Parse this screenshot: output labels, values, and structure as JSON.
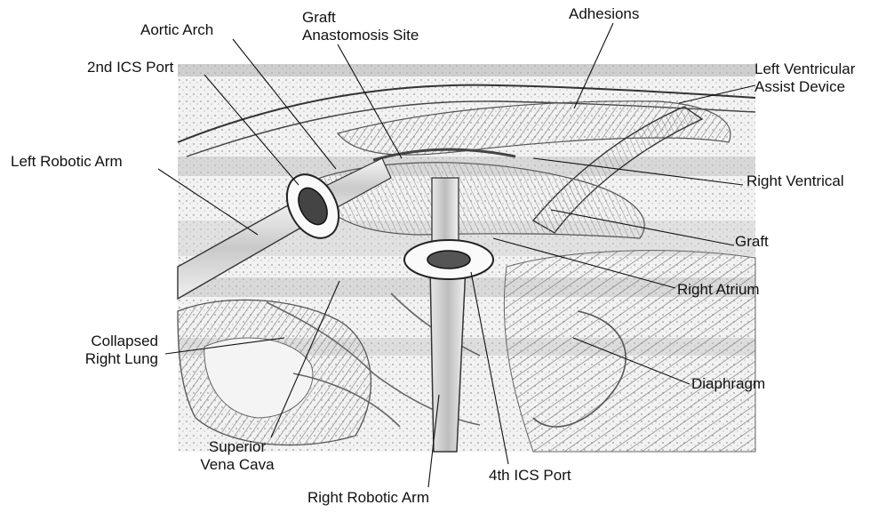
{
  "labels": {
    "aortic_arch": "Aortic Arch",
    "graft_site": [
      "Graft",
      "Anastomosis Site"
    ],
    "adhesions": "Adhesions",
    "port_2nd_ics": "2nd ICS Port",
    "lvad": [
      "Left Ventricular",
      "Assist Device"
    ],
    "left_robotic_arm": "Left Robotic Arm",
    "right_ventrical": "Right Ventrical",
    "graft": "Graft",
    "right_atrium": "Right Atrium",
    "collapsed_right_lung": [
      "Collapsed",
      "Right Lung"
    ],
    "diaphragm": "Diaphragm",
    "superior_vena_cava": [
      "Superior",
      "Vena Cava"
    ],
    "port_4th_ics": "4th ICS Port",
    "right_robotic_arm": "Right Robotic Arm"
  }
}
